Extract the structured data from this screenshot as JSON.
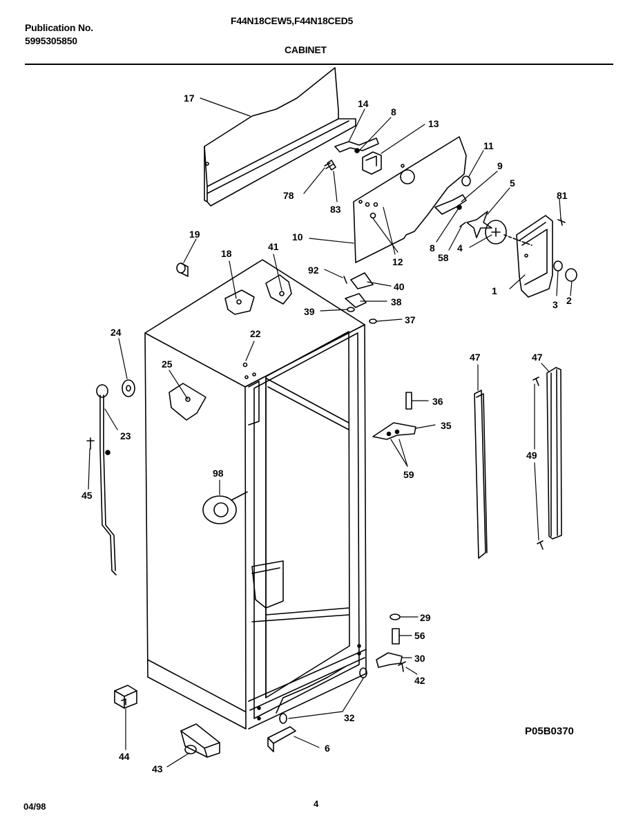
{
  "header": {
    "publication_label": "Publication No.",
    "publication_number": "5995305850",
    "models": "F44N18CEW5,F44N18CED5",
    "section": "CABINET"
  },
  "drawing_code": "P05B0370",
  "footer": {
    "date": "04/98",
    "page": "4"
  },
  "callouts": [
    "17",
    "14",
    "8",
    "13",
    "11",
    "9",
    "5",
    "81",
    "78",
    "83",
    "10",
    "12",
    "8",
    "58",
    "4",
    "1",
    "3",
    "2",
    "19",
    "18",
    "41",
    "92",
    "40",
    "38",
    "39",
    "37",
    "24",
    "22",
    "25",
    "23",
    "45",
    "98",
    "47",
    "47",
    "36",
    "35",
    "59",
    "49",
    "29",
    "56",
    "30",
    "42",
    "32",
    "44",
    "43",
    "6"
  ]
}
